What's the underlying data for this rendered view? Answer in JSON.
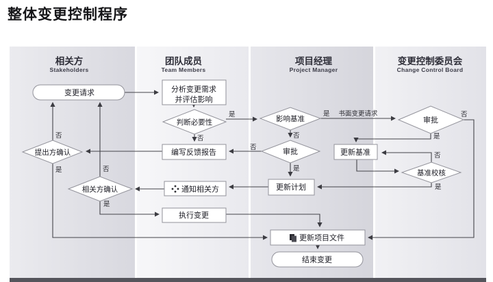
{
  "title": "整体变更控制程序",
  "lanes": [
    {
      "zh": "相关方",
      "en": "Stakeholders"
    },
    {
      "zh": "团队成员",
      "en": "Team Members"
    },
    {
      "zh": "项目经理",
      "en": "Project Manager"
    },
    {
      "zh": "变更控制委员会",
      "en": "Change Control Board"
    }
  ],
  "nodes": {
    "change_request": "变更请求",
    "analyze_line1": "分析变更需求",
    "analyze_line2": "并评估影响",
    "judge_necessity": "判断必要性",
    "write_report": "编写反馈报告",
    "proposer_confirm": "提出方确认",
    "stakeholder_confirm": "相关方确认",
    "notify_stakeholders": "通知相关方",
    "execute_change": "执行变更",
    "impact_baseline": "影响基准",
    "pm_approve": "审批",
    "update_plan": "更新计划",
    "ccb_approve": "审批",
    "update_baseline": "更新基准",
    "baseline_check": "基准校核",
    "update_docs": "更新项目文件",
    "end_change": "结束变更"
  },
  "edge_labels": {
    "yes": "是",
    "no": "否",
    "written_change_request": "书面变更请求"
  },
  "icons": {
    "notify": "four-diamonds-icon",
    "update_docs": "documents-icon"
  },
  "colors": {
    "lane_dark_start": "#e9e9ee",
    "lane_dark_end": "#d6d6dd",
    "lane_light_start": "#f7f7f9",
    "lane_light_end": "#e9e9ee",
    "connector": "#44444a",
    "shape_border": "#92929a",
    "shape_fill": "#ffffff",
    "bottom_bar": "#55555c"
  }
}
